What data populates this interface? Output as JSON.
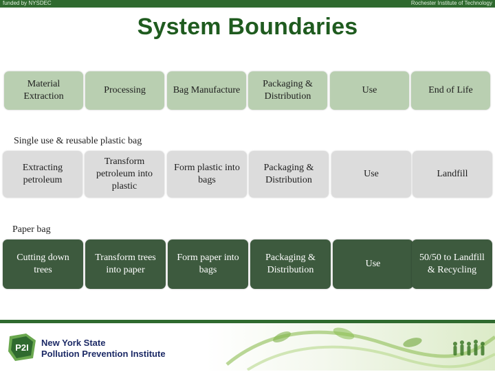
{
  "topbar": {
    "left_text": "funded by NYSDEC",
    "right_text": "Rochester Institute of Technology"
  },
  "title": "System Boundaries",
  "stages": [
    "Material Extraction",
    "Processing",
    "Bag Manufacture",
    "Packaging & Distribution",
    "Use",
    "End of Life"
  ],
  "plastic_section": {
    "label": "Single use & reusable plastic bag",
    "steps": [
      "Extracting petroleum",
      "Transform petroleum into plastic",
      "Form plastic into bags",
      "Packaging & Distribution",
      "Use",
      "Landfill"
    ]
  },
  "paper_section": {
    "label": "Paper bag",
    "steps": [
      "Cutting down trees",
      "Transform trees into paper",
      "Form paper into bags",
      "Packaging & Distribution",
      "Use",
      "50/50 to Landfill & Recycling"
    ]
  },
  "footer": {
    "logo_badge_text": "P2I",
    "logo_line1": "New York State",
    "logo_line2": "Pollution Prevention Institute"
  },
  "colors": {
    "brand_green": "#2f6a2f",
    "title_green": "#1f5b1f",
    "stage_box": "#b9cfb1",
    "plastic_box": "#dcdcdc",
    "paper_box": "#3d5a3e"
  }
}
